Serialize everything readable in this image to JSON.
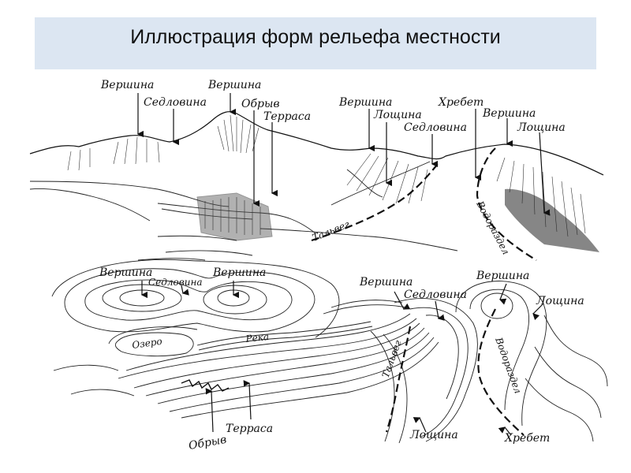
{
  "slide": {
    "title": "Иллюстрация форм рельефа местности"
  },
  "colors": {
    "title_bar": "#dce6f2",
    "ink": "#111111"
  },
  "landscape": {
    "labels": {
      "peak_1": "Вершина",
      "saddle_1": "Седловина",
      "peak_2": "Вершина",
      "cliff": "Обрыв",
      "terrace": "Терраса",
      "peak_3": "Вершина",
      "hollow_1": "Лощина",
      "saddle_2": "Седловина",
      "ridge": "Хребет",
      "peak_4": "Вершина",
      "hollow_2": "Лощина",
      "thalweg": "Тальвег",
      "watershed": "Водораздел"
    }
  },
  "contour_map": {
    "labels": {
      "peak_1": "Вершина",
      "saddle_1": "Седловина",
      "peak_2": "Вершина",
      "lake": "Озеро",
      "river": "Река",
      "peak_3": "Вершина",
      "saddle_2": "Седловина",
      "peak_4": "Вершина",
      "hollow_1": "Лощина",
      "thalweg": "Тальвег",
      "watershed": "Водораздел",
      "cliff": "Обрыв",
      "terrace": "Терраса",
      "hollow_2": "Лощина",
      "ridge": "Хребет"
    }
  }
}
